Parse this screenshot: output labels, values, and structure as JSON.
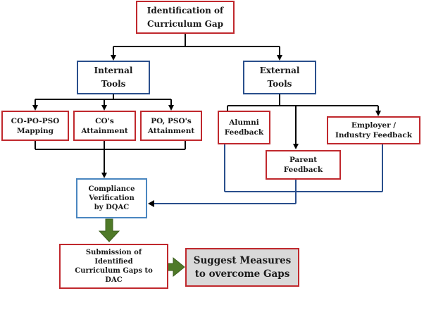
{
  "nodes": {
    "root": "Identification of\nCurriculum Gap",
    "internal": "Internal\nTools",
    "external": "External\nTools",
    "copo": "CO-PO-PSO\nMapping",
    "co_attainment": "CO's\nAttainment",
    "po_attainment": "PO, PSO's\nAttainment",
    "alumni": "Alumni\nFeedback",
    "parent": "Parent\nFeedback",
    "employer": "Employer /\nIndustry Feedback",
    "compliance": "Compliance\nVerification\nby DQAC",
    "submission": "Submission of\nIdentified\nCurriculum Gaps to\nDAC",
    "suggest": "Suggest Measures\nto overcome Gaps"
  },
  "colors": {
    "red_border": "#c0282d",
    "blue_border": "#2a4f8c",
    "light_blue_border": "#4a86c0",
    "connector_blue": "#2a4f8c",
    "arrow_black": "#000000",
    "green_arrow": "#4f7a28",
    "suggest_fill": "#d9d9d9"
  }
}
